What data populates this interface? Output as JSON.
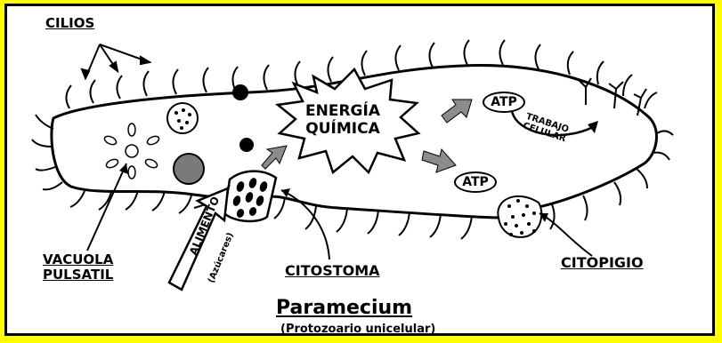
{
  "labels": {
    "cilios": "CILIOS",
    "vacuola_line1": "VACUOLA",
    "vacuola_line2": "PULSATIL",
    "citostoma": "CITOSTOMA",
    "citopigio": "CITOPIGIO",
    "energia_line1": "ENERGÍA",
    "energia_line2": "QUÍMICA",
    "atp_top": "ATP",
    "atp_bottom": "ATP",
    "trabajo_line1": "TRABAJO",
    "trabajo_line2": "CELULAR",
    "alimento": "ALIMENTO",
    "azucares": "(Azúcares)"
  },
  "title": "Paramecium",
  "subtitle": "(Protozoario unicelular)",
  "colors": {
    "frame": "#ffff00",
    "ink": "#000000",
    "arrow_gray": "#8c8c8c",
    "vacuole_gray": "#7a7a7a"
  }
}
